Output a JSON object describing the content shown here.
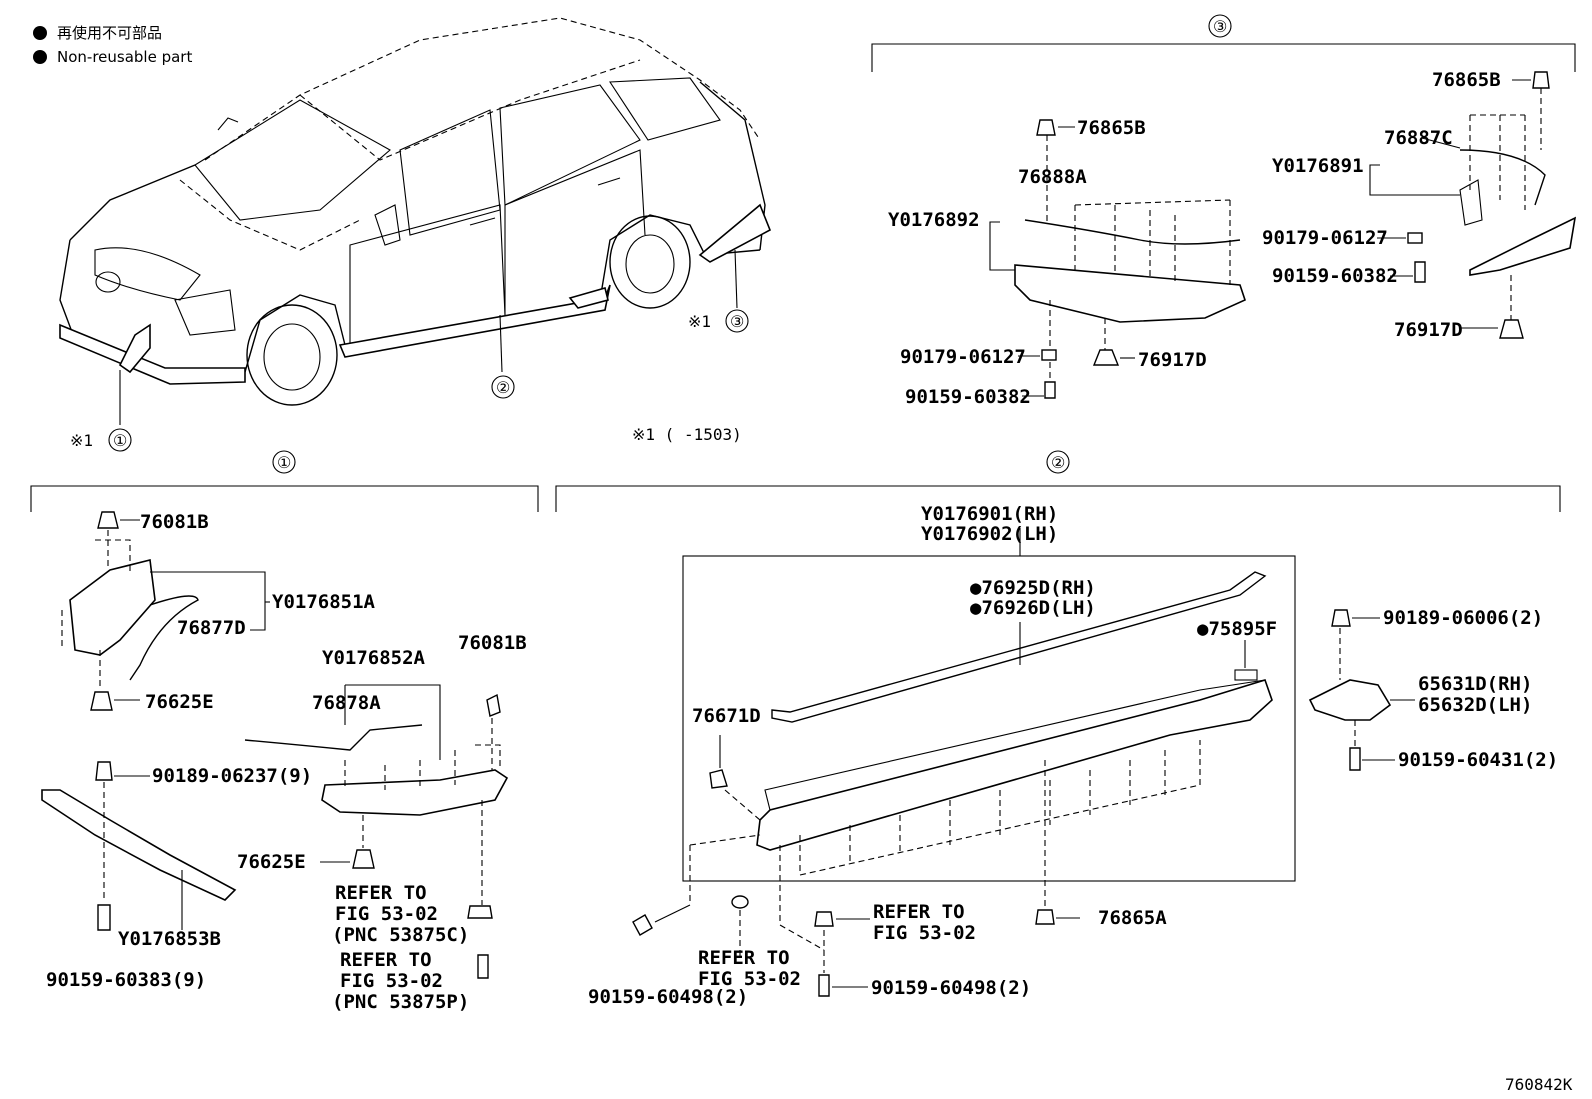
{
  "legend": {
    "non_reusable_jp": "再使用不可部品",
    "non_reusable_en": "Non-reusable part"
  },
  "callouts": {
    "c1": "①",
    "c2": "②",
    "c3": "③",
    "note_mark": "※1",
    "note_text": "※1 (     -1503)"
  },
  "section3": {
    "clip_76865B_a": "76865B",
    "clip_76865B_b": "76865B",
    "molding_76887C": "76887C",
    "assy_Y0176891": "Y0176891",
    "molding_76888A": "76888A",
    "assy_Y0176892": "Y0176892",
    "nut_90179_a": "90179-06127",
    "nut_90179_b": "90179-06127",
    "screw_90159_a": "90159-60382",
    "screw_90159_b": "90159-60382",
    "clip_76917D_a": "76917D",
    "clip_76917D_b": "76917D"
  },
  "section1": {
    "clip_76081B_a": "76081B",
    "assy_Y0176851A": "Y0176851A",
    "molding_76877D": "76877D",
    "clip_76625E_a": "76625E",
    "assy_Y0176852A": "Y0176852A",
    "clip_76081B_b": "76081B",
    "molding_76878A": "76878A",
    "nut_90189_06237": "90189-06237(9)",
    "clip_76625E_b": "76625E",
    "refer1_a": "REFER TO",
    "refer1_b": "FIG 53-02",
    "refer1_c": "(PNC 53875C)",
    "refer2_a": "REFER TO",
    "refer2_b": "FIG 53-02",
    "refer2_c": "(PNC 53875P)",
    "assy_Y0176853B": "Y0176853B",
    "screw_90159_60383": "90159-60383(9)"
  },
  "section2": {
    "assy_rh": "Y0176901(RH)",
    "assy_lh": "Y0176902(LH)",
    "tape_rh": "●76925D(RH)",
    "tape_lh": "●76926D(LH)",
    "pad_75895F": "●75895F",
    "clip_76671D": "76671D",
    "clip_76865A": "76865A",
    "refer_a1": "REFER TO",
    "refer_a2": "FIG 53-02",
    "refer_b1": "REFER TO",
    "refer_b2": "FIG 53-02",
    "screw_90159_60498_a": "90159-60498(2)",
    "screw_90159_60498_b": "90159-60498(2)",
    "nut_90189_06006": "90189-06006(2)",
    "mud_rh": "65631D(RH)",
    "mud_lh": "65632D(LH)",
    "screw_90159_60431": "90159-60431(2)"
  },
  "figure_code": "760842K"
}
